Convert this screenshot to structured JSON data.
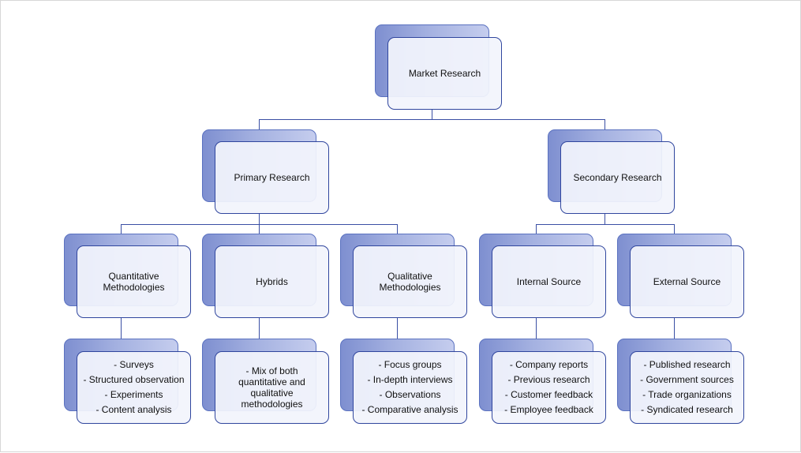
{
  "diagram": {
    "root": "Market Research",
    "primary": {
      "title": "Primary Research",
      "quantitative": {
        "title": [
          "Quantitative",
          "Methodologies"
        ],
        "items": [
          "- Surveys",
          "- Structured observation",
          "- Experiments",
          "- Content analysis"
        ]
      },
      "hybrids": {
        "title": "Hybrids",
        "items": [
          "- Mix of both",
          "quantitative and",
          "qualitative",
          "methodologies"
        ]
      },
      "qualitative": {
        "title": [
          "Qualitative",
          "Methodologies"
        ],
        "items": [
          "- Focus groups",
          "- In-depth interviews",
          "- Observations",
          "- Comparative analysis"
        ]
      }
    },
    "secondary": {
      "title": "Secondary Research",
      "internal": {
        "title": "Internal Source",
        "items": [
          "- Company reports",
          "- Previous research",
          "- Customer feedback",
          "- Employee feedback"
        ]
      },
      "external": {
        "title": "External Source",
        "items": [
          "- Published research",
          "- Government sources",
          "- Trade organizations",
          "- Syndicated research"
        ]
      }
    },
    "colors": {
      "connector": "#3a4fa4",
      "box_border": "#30469e",
      "shadow_fill": "#8e9cd8"
    }
  }
}
